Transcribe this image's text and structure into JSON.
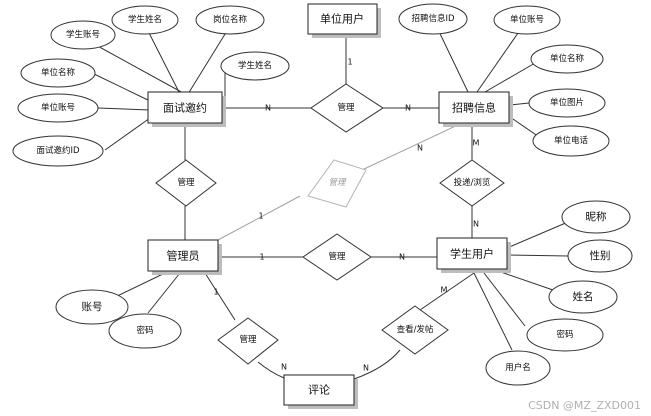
{
  "entities": {
    "interview": "面试邀约",
    "company_user": "单位用户",
    "job": "招聘信息",
    "admin": "管理员",
    "student": "学生用户",
    "comment": "评论"
  },
  "attributes": {
    "interview": [
      "学生账号",
      "学生姓名",
      "岗位名称",
      "学生姓名",
      "单位名称",
      "单位账号",
      "面试邀约ID"
    ],
    "job": [
      "招聘信息ID",
      "单位账号",
      "单位名称",
      "单位图片",
      "单位电话"
    ],
    "student": [
      "昵称",
      "性别",
      "姓名",
      "密码",
      "用户名"
    ],
    "admin": [
      "账号",
      "密码"
    ]
  },
  "relationships": {
    "manage_company_job": "管理",
    "manage_admin_interview": "管理",
    "manage_admin_job": "管理",
    "manage_admin_student": "管理",
    "apply_view": "投递/浏览",
    "manage_admin_comment": "管理",
    "view_post": "查看/发帖"
  },
  "cardinalities": {
    "company_rel": "1",
    "rel_interview": "N",
    "rel_job": "N",
    "admin_faded": "1",
    "faded_job": "N",
    "admin_rel": "1",
    "rel_student": "N",
    "job_apply": "M",
    "apply_student": "N",
    "admin_comment": "1",
    "rel_comment": "N",
    "student_post": "M",
    "post_comment": "N"
  },
  "watermark": "CSDN @MZ_ZXD001"
}
